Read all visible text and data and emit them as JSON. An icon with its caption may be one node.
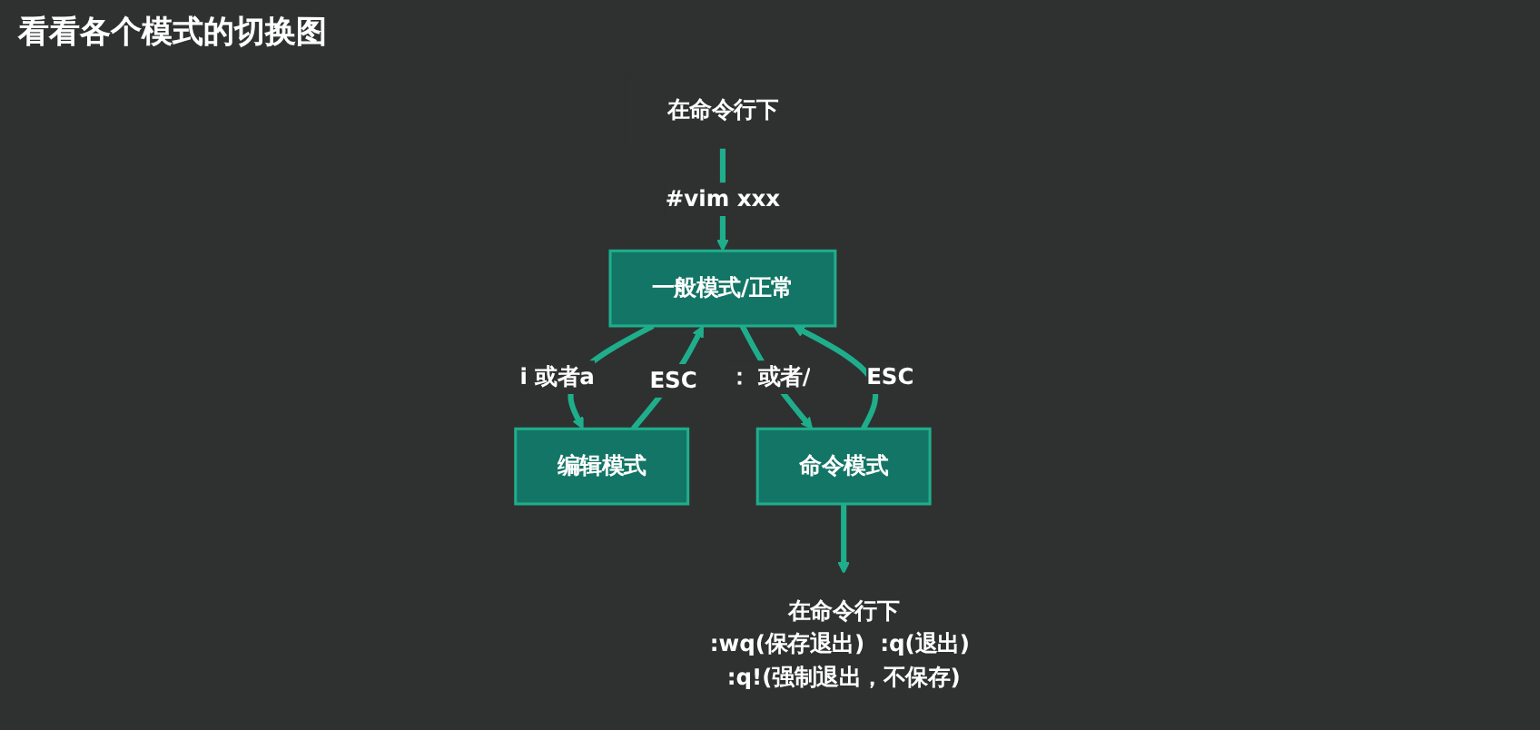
{
  "diagram": {
    "title": "看看各个模式的切换图",
    "nodes": [
      {
        "text": [
          "在命令行下"
        ]
      },
      {
        "text": [
          "一般模式/正常"
        ]
      },
      {
        "text": [
          "编辑模式"
        ]
      },
      {
        "text": [
          "命令模式"
        ]
      },
      {
        "text": [
          "在命令行下",
          ":wq(保存退出)  :q(退出) :q!(强制退出，不保存)"
        ]
      }
    ],
    "edges": [
      {
        "from": 0,
        "to": 1,
        "arrow": "to",
        "label": "#vim  xxx"
      },
      {
        "from": 1,
        "to": 2,
        "arrow": "to",
        "label": "i 或者a"
      },
      {
        "from": 2,
        "to": 1,
        "arrow": "to",
        "label": "ESC"
      },
      {
        "from": 3,
        "to": 1,
        "arrow": "to",
        "label": "ESC"
      },
      {
        "from": 1,
        "to": 3,
        "arrow": "to",
        "label": "： 或者/"
      },
      {
        "from": 3,
        "to": 4,
        "arrow": "to"
      }
    ]
  }
}
